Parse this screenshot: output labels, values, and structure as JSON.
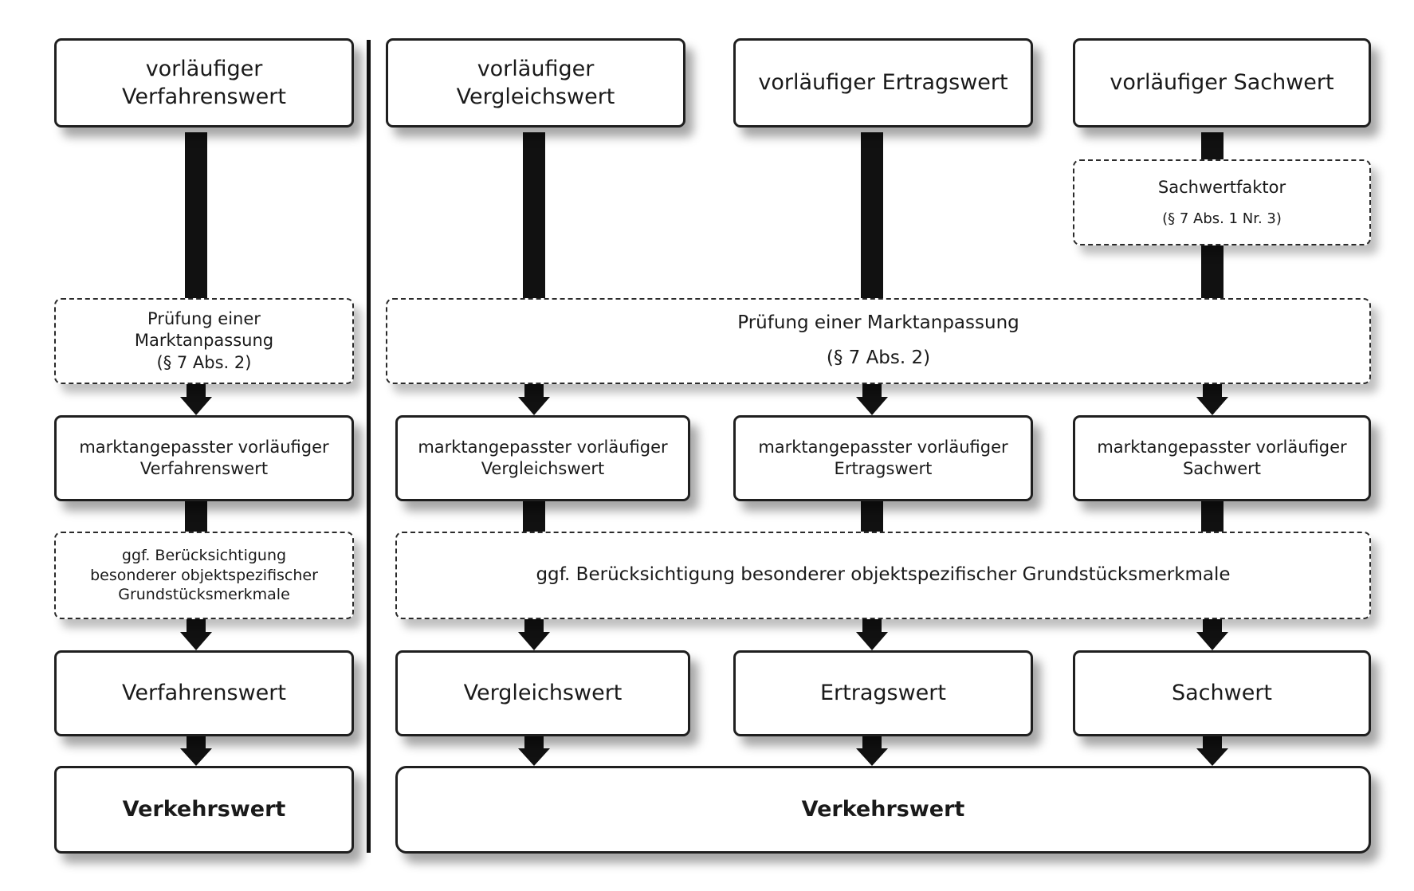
{
  "left": {
    "prelim": "vorläufiger Verfahrenswert",
    "pruefung": [
      "Prüfung einer",
      "Marktanpassung",
      "(§ 7 Abs. 2)"
    ],
    "angepasst": [
      "marktangepasster vorläufiger",
      "Verfahrenswert"
    ],
    "beruecksichtigung": [
      "ggf. Berücksichtigung",
      "besonderer objektspezifischer",
      "Grundstücksmerkmale"
    ],
    "wert": "Verfahrenswert",
    "verkehrswert": "Verkehrswert"
  },
  "right": {
    "columns": [
      {
        "prelim": [
          "vorläufiger",
          "Vergleichswert"
        ],
        "angepasst": [
          "marktangepasster vorläufiger",
          "Vergleichswert"
        ],
        "wert": "Vergleichswert"
      },
      {
        "prelim": [
          "vorläufiger Ertragswert"
        ],
        "angepasst": [
          "marktangepasster vorläufiger",
          "Ertragswert"
        ],
        "wert": "Ertragswert"
      },
      {
        "prelim": [
          "vorläufiger Sachwert"
        ],
        "angepasst": [
          "marktangepasster vorläufiger",
          "Sachwert"
        ],
        "wert": "Sachwert"
      }
    ],
    "sachwertfaktor": [
      "Sachwertfaktor",
      "(§ 7 Abs. 1 Nr. 3)"
    ],
    "pruefung": [
      "Prüfung einer Marktanpassung",
      "(§ 7 Abs. 2)"
    ],
    "beruecksichtigung": "ggf. Berücksichtigung besonderer objektspezifischer Grundstücksmerkmale",
    "verkehrswert": "Verkehrswert"
  }
}
